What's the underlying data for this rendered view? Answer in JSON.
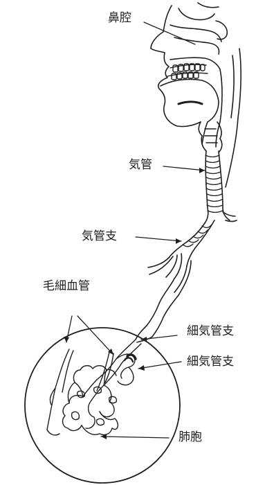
{
  "diagram": {
    "labels": {
      "nasal_cavity": "鼻腔",
      "trachea": "気管",
      "bronchus": "気管支",
      "capillaries": "毛細血管",
      "bronchiole_1": "細気管支",
      "bronchiole_2": "細気管支",
      "alveoli": "肺胞"
    },
    "colors": {
      "ink": "#1e1e1e",
      "paper": "#ffffff"
    }
  }
}
